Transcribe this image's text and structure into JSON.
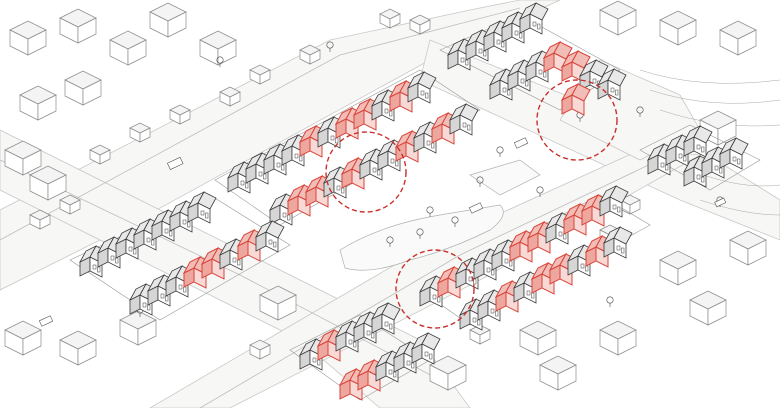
{
  "diagram": {
    "style": "isometric axonometric urban drawing",
    "colors": {
      "line": "#3a3a3a",
      "context_line": "#8a8a8a",
      "highlight_stroke": "#c9302c",
      "extension_fill": "#f2bdb7",
      "background": "#ffffff"
    },
    "blocks": [
      {
        "id": "block-west",
        "highlighted_units": 3
      },
      {
        "id": "block-north",
        "highlighted_units": 8
      },
      {
        "id": "block-northeast",
        "highlighted_units": 3
      },
      {
        "id": "block-east",
        "highlighted_units": 0
      },
      {
        "id": "block-center",
        "highlighted_units": 9
      },
      {
        "id": "block-south",
        "highlighted_units": 3
      }
    ],
    "focus_circles": [
      {
        "id": "circle-north"
      },
      {
        "id": "circle-northeast"
      },
      {
        "id": "circle-center"
      }
    ]
  }
}
